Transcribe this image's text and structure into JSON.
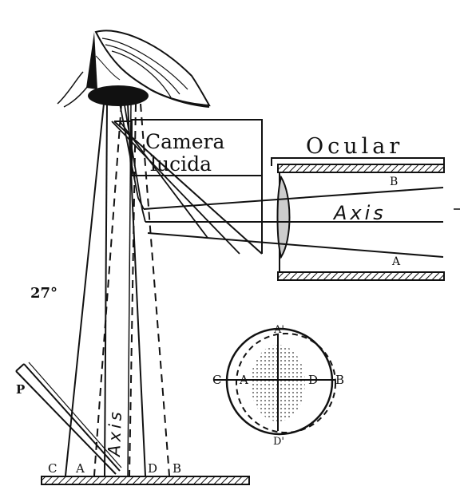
{
  "labels": {
    "camera_line1": "Camera",
    "camera_line2": "lucida",
    "ocular": "Ocular",
    "axis_ocular": "Axis",
    "axis_vertical": "Axis",
    "angle": "27°",
    "ray_b": "B",
    "ray_a": "A",
    "p": "P",
    "base_c": "C",
    "base_a": "A",
    "base_d": "D",
    "base_b": "B",
    "circ_c": "C",
    "circ_a": "A",
    "circ_d": "D",
    "circ_b": "B",
    "circ_a_prime": "A'",
    "circ_d_prime": "D'"
  },
  "colors": {
    "ink": "#111111",
    "paper": "#ffffff"
  }
}
